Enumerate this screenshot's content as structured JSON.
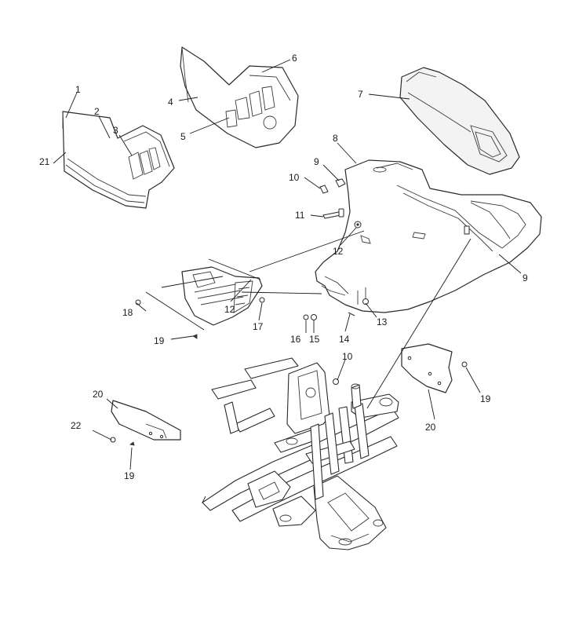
{
  "diagram": {
    "callouts": [
      {
        "id": "c1",
        "text": "1"
      },
      {
        "id": "c2",
        "text": "2"
      },
      {
        "id": "c3",
        "text": "3"
      },
      {
        "id": "c4",
        "text": "4"
      },
      {
        "id": "c5",
        "text": "5"
      },
      {
        "id": "c6",
        "text": "6"
      },
      {
        "id": "c7",
        "text": "7"
      },
      {
        "id": "c8",
        "text": "8"
      },
      {
        "id": "c9a",
        "text": "9"
      },
      {
        "id": "c9b",
        "text": "9"
      },
      {
        "id": "c10a",
        "text": "10"
      },
      {
        "id": "c10b",
        "text": "10"
      },
      {
        "id": "c11",
        "text": "11"
      },
      {
        "id": "c12a",
        "text": "12"
      },
      {
        "id": "c12b",
        "text": "12"
      },
      {
        "id": "c13",
        "text": "13"
      },
      {
        "id": "c14",
        "text": "14"
      },
      {
        "id": "c15",
        "text": "15"
      },
      {
        "id": "c16",
        "text": "16"
      },
      {
        "id": "c17",
        "text": "17"
      },
      {
        "id": "c18",
        "text": "18"
      },
      {
        "id": "c19a",
        "text": "19"
      },
      {
        "id": "c19b",
        "text": "19"
      },
      {
        "id": "c19c",
        "text": "19"
      },
      {
        "id": "c20a",
        "text": "20"
      },
      {
        "id": "c20b",
        "text": "20"
      },
      {
        "id": "c21",
        "text": "21"
      },
      {
        "id": "c22",
        "text": "22"
      }
    ]
  }
}
